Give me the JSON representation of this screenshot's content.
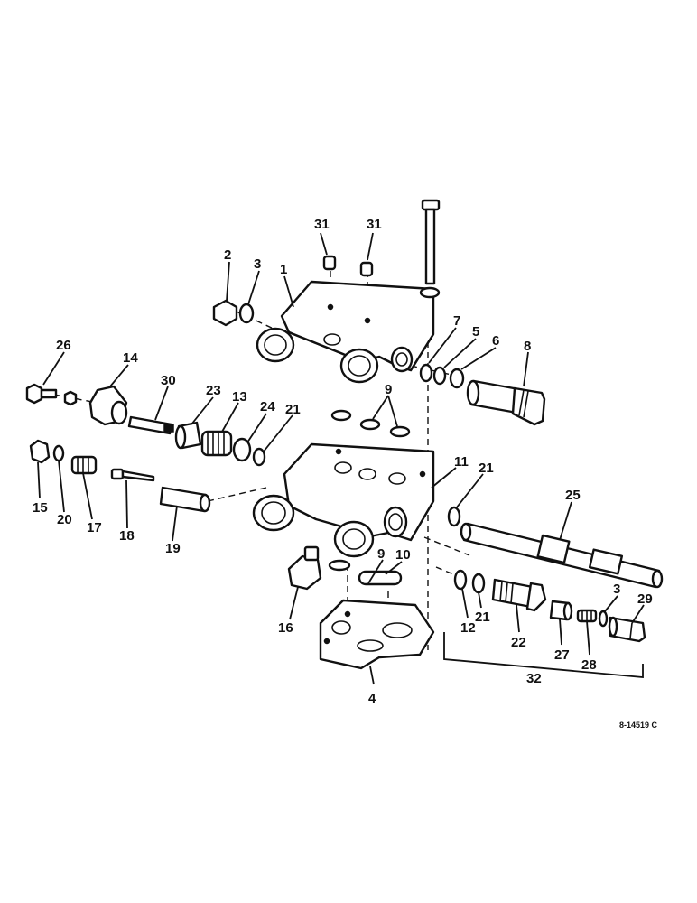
{
  "figure_code": "8-14519 C",
  "callouts": [
    {
      "id": "c1",
      "label": "1"
    },
    {
      "id": "c2",
      "label": "2"
    },
    {
      "id": "c3a",
      "label": "3"
    },
    {
      "id": "c3b",
      "label": "3"
    },
    {
      "id": "c4",
      "label": "4"
    },
    {
      "id": "c5",
      "label": "5"
    },
    {
      "id": "c6",
      "label": "6"
    },
    {
      "id": "c7",
      "label": "7"
    },
    {
      "id": "c8",
      "label": "8"
    },
    {
      "id": "c9a",
      "label": "9"
    },
    {
      "id": "c9b",
      "label": "9"
    },
    {
      "id": "c10",
      "label": "10"
    },
    {
      "id": "c11",
      "label": "11"
    },
    {
      "id": "c12",
      "label": "12"
    },
    {
      "id": "c13",
      "label": "13"
    },
    {
      "id": "c14",
      "label": "14"
    },
    {
      "id": "c15",
      "label": "15"
    },
    {
      "id": "c16",
      "label": "16"
    },
    {
      "id": "c17",
      "label": "17"
    },
    {
      "id": "c18",
      "label": "18"
    },
    {
      "id": "c19",
      "label": "19"
    },
    {
      "id": "c20",
      "label": "20"
    },
    {
      "id": "c21a",
      "label": "21"
    },
    {
      "id": "c21b",
      "label": "21"
    },
    {
      "id": "c21c",
      "label": "21"
    },
    {
      "id": "c22",
      "label": "22"
    },
    {
      "id": "c23",
      "label": "23"
    },
    {
      "id": "c24",
      "label": "24"
    },
    {
      "id": "c25",
      "label": "25"
    },
    {
      "id": "c26",
      "label": "26"
    },
    {
      "id": "c27",
      "label": "27"
    },
    {
      "id": "c28",
      "label": "28"
    },
    {
      "id": "c29",
      "label": "29"
    },
    {
      "id": "c30",
      "label": "30"
    },
    {
      "id": "c31a",
      "label": "31"
    },
    {
      "id": "c31b",
      "label": "31"
    },
    {
      "id": "c32",
      "label": "32"
    }
  ]
}
